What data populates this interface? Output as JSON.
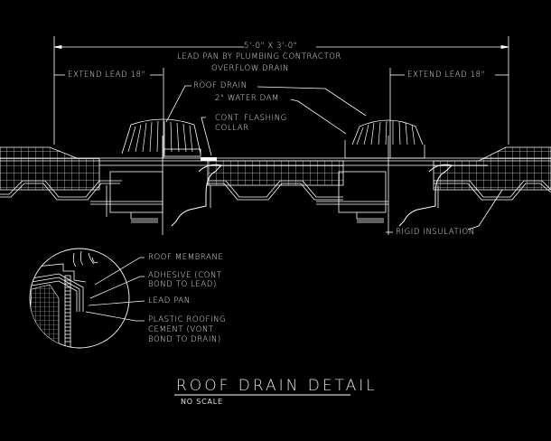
{
  "drawing": {
    "title": "ROOF DRAIN DETAIL",
    "subtitle": "NO SCALE",
    "background": "#000000",
    "line_color": "#ffffff"
  },
  "dimensions": {
    "overall": "5'-0\" X 3'-0\"",
    "extend_left": "EXTEND LEAD 18\"",
    "extend_right": "EXTEND LEAD 18\""
  },
  "callouts": {
    "lead_pan": "LEAD PAN BY PLUMBING CONTRACTOR",
    "overflow_drain": "OVERFLOW DRAIN",
    "roof_drain": "ROOF DRAIN",
    "water_dam": "2\" WATER DAM",
    "flashing_line1": "CONT. FLASHING",
    "flashing_line2": "COLLAR",
    "rigid_insulation": "RIGID INSULATION"
  },
  "detail_callouts": {
    "roof_membrane": "ROOF MEMBRANE",
    "adhesive_line1": "ADHESIVE (CONT.",
    "adhesive_line2": "BOND TO LEAD)",
    "lead_pan": "LEAD PAN",
    "cement_line1": "PLASTIC ROOFING",
    "cement_line2": "CEMENT (VONT.",
    "cement_line3": "BOND TO DRAIN)"
  }
}
